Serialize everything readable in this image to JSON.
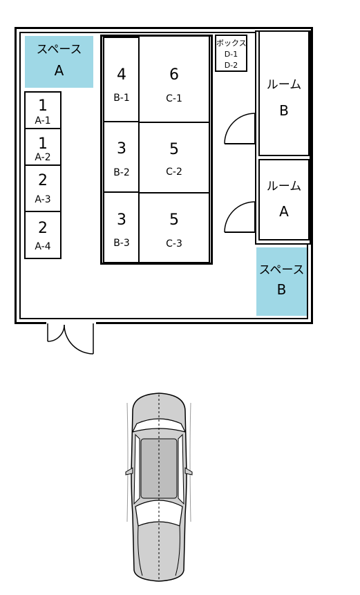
{
  "spaces": {
    "a": {
      "name": "スペース",
      "id": "A"
    },
    "b": {
      "name": "スペース",
      "id": "B"
    }
  },
  "units_a": [
    {
      "count": "1",
      "id": "A-1"
    },
    {
      "count": "1",
      "id": "A-2"
    },
    {
      "count": "2",
      "id": "A-3"
    },
    {
      "count": "2",
      "id": "A-4"
    }
  ],
  "units_b": [
    {
      "count": "4",
      "id": "B-1"
    },
    {
      "count": "3",
      "id": "B-2"
    },
    {
      "count": "3",
      "id": "B-3"
    }
  ],
  "units_c": [
    {
      "count": "6",
      "id": "C-1"
    },
    {
      "count": "5",
      "id": "C-2"
    },
    {
      "count": "5",
      "id": "C-3"
    }
  ],
  "box_d": {
    "name": "ボックス",
    "ids": [
      "D-1",
      "D-2"
    ]
  },
  "rooms": {
    "b": {
      "name": "ルーム",
      "id": "B"
    },
    "a": {
      "name": "ルーム",
      "id": "A"
    }
  },
  "colors": {
    "space_fill": "#9fd8e6",
    "car_body": "#d0d0d0"
  },
  "icons": {
    "door": "door-swing-icon",
    "car": "car-icon"
  }
}
